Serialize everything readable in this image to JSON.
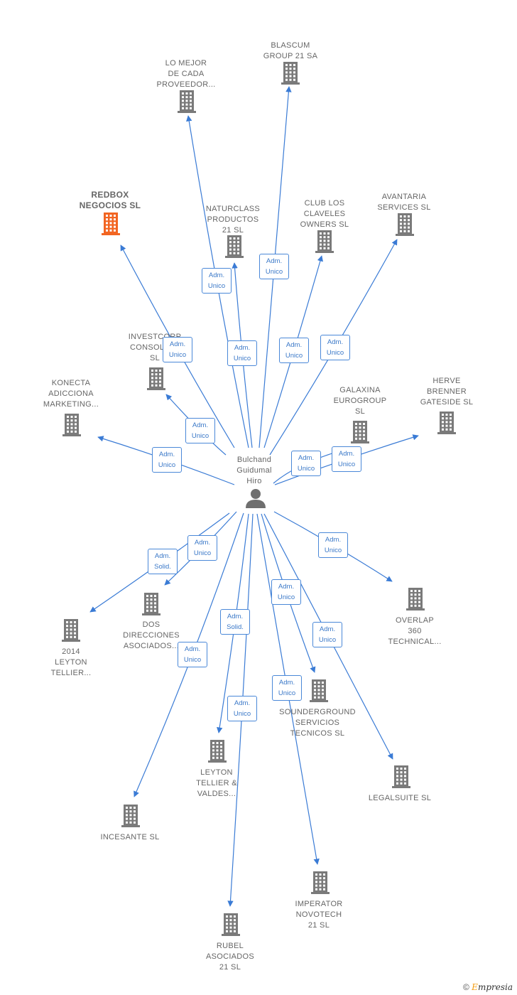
{
  "colors": {
    "edge": "#3a7bd5",
    "building": "#7a7a7a",
    "building_highlight": "#f26522",
    "person": "#6f6f6f"
  },
  "center": {
    "id": "bulchand",
    "lines": [
      "Bulchand",
      "Guidumal",
      "Hiro"
    ],
    "icon": "person-icon"
  },
  "nodes": [
    {
      "id": "blascum",
      "lines": [
        "BLASCUM",
        "GROUP 21 SA"
      ],
      "icon": "building-icon"
    },
    {
      "id": "lo-mejor",
      "lines": [
        "LO MEJOR",
        "DE CADA",
        "PROVEEDOR..."
      ],
      "icon": "building-icon"
    },
    {
      "id": "redbox",
      "lines": [
        "REDBOX",
        "NEGOCIOS SL"
      ],
      "icon": "building-icon",
      "highlight": true
    },
    {
      "id": "naturclass",
      "lines": [
        "NATURCLASS",
        "PRODUCTOS",
        "21  SL"
      ],
      "icon": "building-icon"
    },
    {
      "id": "club-los-claveles",
      "lines": [
        "CLUB LOS",
        "CLAVELES",
        "OWNERS  SL"
      ],
      "icon": "building-icon"
    },
    {
      "id": "avantaria",
      "lines": [
        "AVANTARIA",
        "SERVICES  SL"
      ],
      "icon": "building-icon"
    },
    {
      "id": "investcorp",
      "lines": [
        "INVESTCORP",
        "CONSOLID...",
        "SL"
      ],
      "icon": "building-icon"
    },
    {
      "id": "konecta",
      "lines": [
        "KONECTA",
        "ADICCIONA",
        "MARKETING..."
      ],
      "icon": "building-icon"
    },
    {
      "id": "galaxina",
      "lines": [
        "GALAXINA",
        "EUROGROUP",
        "SL"
      ],
      "icon": "building-icon"
    },
    {
      "id": "herve",
      "lines": [
        "HERVE",
        "BRENNER",
        "GATESIDE  SL"
      ],
      "icon": "building-icon"
    },
    {
      "id": "dos-direcciones",
      "lines": [
        "DOS",
        "DIRECCIONES",
        "ASOCIADOS..."
      ],
      "icon": "building-icon"
    },
    {
      "id": "leyton-2014",
      "lines": [
        "2014",
        "LEYTON",
        "TELLIER..."
      ],
      "icon": "building-icon"
    },
    {
      "id": "overlap",
      "lines": [
        "OVERLAP",
        "360",
        "TECHNICAL..."
      ],
      "icon": "building-icon"
    },
    {
      "id": "sounderground",
      "lines": [
        "SOUNDERGROUND",
        "SERVICIOS",
        "TECNICOS  SL"
      ],
      "icon": "building-icon"
    },
    {
      "id": "leyton-valdes",
      "lines": [
        "LEYTON",
        "TELLIER &",
        "VALDES..."
      ],
      "icon": "building-icon"
    },
    {
      "id": "legalsuite",
      "lines": [
        "LEGALSUITE SL"
      ],
      "icon": "building-icon"
    },
    {
      "id": "incesante",
      "lines": [
        "INCESANTE  SL"
      ],
      "icon": "building-icon"
    },
    {
      "id": "imperator",
      "lines": [
        "IMPERATOR",
        "NOVOTECH",
        "21  SL"
      ],
      "icon": "building-icon"
    },
    {
      "id": "rubel",
      "lines": [
        "RUBEL",
        "ASOCIADOS",
        "21  SL"
      ],
      "icon": "building-icon"
    }
  ],
  "edges": [
    {
      "to": "blascum",
      "lines": [
        "Adm.",
        "Unico"
      ]
    },
    {
      "to": "lo-mejor",
      "lines": [
        "Adm.",
        "Unico"
      ]
    },
    {
      "to": "redbox",
      "lines": [
        "Adm.",
        "Unico"
      ]
    },
    {
      "to": "naturclass",
      "lines": [
        "Adm.",
        "Unico"
      ]
    },
    {
      "to": "club-los-claveles",
      "lines": [
        "Adm.",
        "Unico"
      ]
    },
    {
      "to": "avantaria",
      "lines": [
        "Adm.",
        "Unico"
      ]
    },
    {
      "to": "investcorp",
      "lines": [
        "Adm.",
        "Unico"
      ]
    },
    {
      "to": "konecta",
      "lines": [
        "Adm.",
        "Unico"
      ]
    },
    {
      "to": "galaxina",
      "lines": [
        "Adm.",
        "Unico"
      ]
    },
    {
      "to": "herve",
      "lines": [
        "Adm.",
        "Unico"
      ]
    },
    {
      "to": "dos-direcciones",
      "lines": [
        "Adm.",
        "Unico"
      ]
    },
    {
      "to": "leyton-2014",
      "lines": [
        "Adm.",
        "Solid."
      ]
    },
    {
      "to": "overlap",
      "lines": [
        "Adm.",
        "Unico"
      ]
    },
    {
      "to": "sounderground",
      "lines": [
        "Adm.",
        "Unico"
      ]
    },
    {
      "to": "leyton-valdes",
      "lines": [
        "Adm.",
        "Solid."
      ]
    },
    {
      "to": "legalsuite",
      "lines": [
        "Adm.",
        "Unico"
      ]
    },
    {
      "to": "incesante",
      "lines": [
        "Adm.",
        "Unico"
      ]
    },
    {
      "to": "imperator",
      "lines": [
        "Adm.",
        "Unico"
      ]
    },
    {
      "to": "rubel",
      "lines": [
        "Adm.",
        "Unico"
      ]
    }
  ],
  "footer": {
    "copyright": "©",
    "brand_first": "E",
    "brand_rest": "mpresia"
  }
}
